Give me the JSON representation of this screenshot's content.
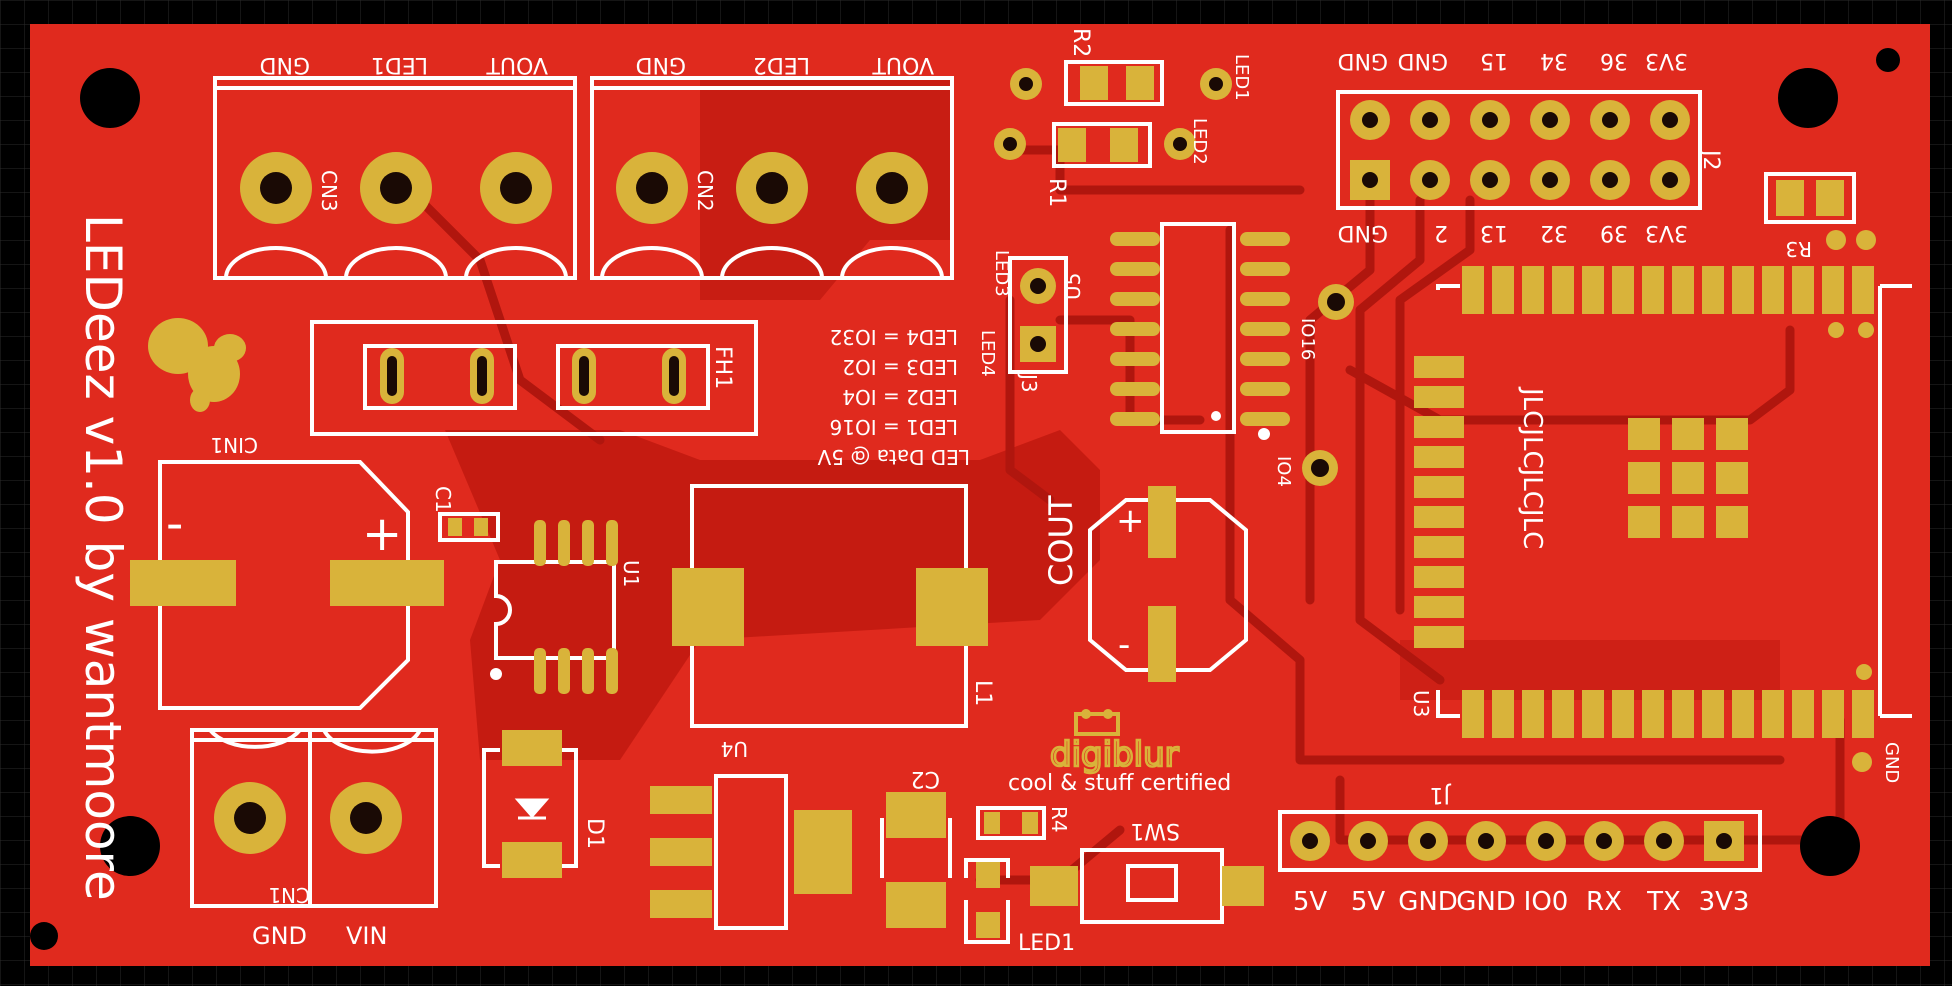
{
  "colors": {
    "background": "#000000",
    "grid": "#2a2a2a",
    "board": "#e02a1e",
    "copper": "#b81810",
    "pad": "#d9b33a",
    "silk": "#ffffff"
  },
  "board": {
    "title": "LEDeez v1.0 by wantmoore",
    "certified": "cool & stuff certified",
    "logo": "digiblur",
    "module_text": "JLCJLCJLCJLC"
  },
  "connectors": {
    "cn3_pins": [
      "GND",
      "LED1",
      "VOUT"
    ],
    "cn2_pins": [
      "GND",
      "LED2",
      "VOUT"
    ],
    "cn1_pins": [
      "GND",
      "VIN"
    ],
    "j2_top": [
      "GND",
      "GND",
      "15",
      "34",
      "36",
      "3V3"
    ],
    "j2_bottom": [
      "GND",
      "2",
      "13",
      "32",
      "39",
      "3V3"
    ],
    "j1_pins": [
      "5V",
      "5V",
      "GND",
      "GND",
      "IO0",
      "RX",
      "TX",
      "3V3"
    ]
  },
  "refdes": {
    "cn3": "CN3",
    "cn2": "CN2",
    "cn1": "CN1",
    "cin1": "CIN1",
    "fh1": "FH1",
    "r1": "R1",
    "r2": "R2",
    "r3": "R3",
    "r4": "R4",
    "c1": "C1",
    "c2": "C2",
    "cout": "COUT",
    "l1": "L1",
    "u1": "U1",
    "u3": "U3",
    "u4": "U4",
    "u5": "U5",
    "d1": "D1",
    "j1": "J1",
    "j2": "J2",
    "j3": "J3",
    "sw1": "SW1"
  },
  "labels": {
    "led1_top": "LED1",
    "led2_top": "LED2",
    "led3": "LED3",
    "led4": "LED4",
    "led1_bottom": "LED1",
    "io16": "IO16",
    "io4": "IO4",
    "gnd_right": "GND",
    "plus": "+",
    "minus": "-",
    "cout_plus": "+",
    "cout_minus": "-"
  },
  "mapping": [
    "LED4 = IO32",
    "LED3 = IO2",
    "LED2 = IO4",
    "LED1 = IO16",
    "LED Data @ 5V"
  ]
}
